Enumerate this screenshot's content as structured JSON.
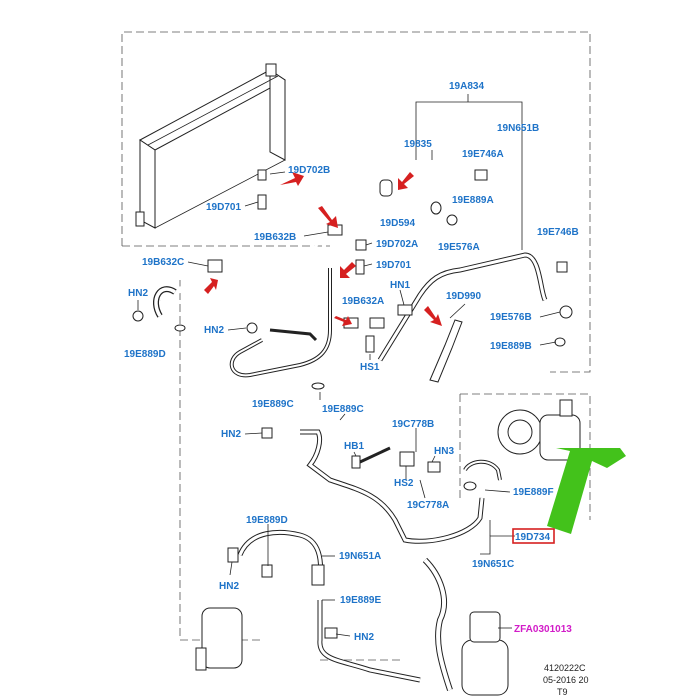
{
  "labels": {
    "l19A834": "19A834",
    "l19N651B": "19N651B",
    "l19835": "19835",
    "l19E746A": "19E746A",
    "l19D702B": "19D702B",
    "l19E889A": "19E889A",
    "l19D701a": "19D701",
    "l19D594": "19D594",
    "l19E576A": "19E576A",
    "l19E746B": "19E746B",
    "l19B632B": "19B632B",
    "l19D702A": "19D702A",
    "l19D701b": "19D701",
    "l19B632C": "19B632C",
    "lHN2a": "HN2",
    "lHN1": "HN1",
    "l19D990": "19D990",
    "l19B632A": "19B632A",
    "l19E576B": "19E576B",
    "lHN2b": "HN2",
    "l19E889D_top": "19E889D",
    "lHS1": "HS1",
    "l19E889B": "19E889B",
    "l19E889C_a": "19E889C",
    "l19E889C_b": "19E889C",
    "l19C778B": "19C778B",
    "lHN2c": "HN2",
    "lHB1": "HB1",
    "lHN3": "HN3",
    "lHS2": "HS2",
    "l19E889F": "19E889F",
    "l19C778A": "19C778A",
    "l19D734": "19D734",
    "l19E889D_bot": "19E889D",
    "l19N651A": "19N651A",
    "l19N651C": "19N651C",
    "lHN2d": "HN2",
    "l19E889E": "19E889E",
    "lZFA": "ZFA0301013",
    "lHN2e": "HN2"
  },
  "reference": {
    "code": "4120222C",
    "date": "05-2016 20",
    "sheet": "T9"
  },
  "colors": {
    "label_blue": "#1e73c8",
    "highlight_red": "#d62020",
    "callout_magenta": "#d21cc8",
    "pointer_green": "#43c21b"
  }
}
